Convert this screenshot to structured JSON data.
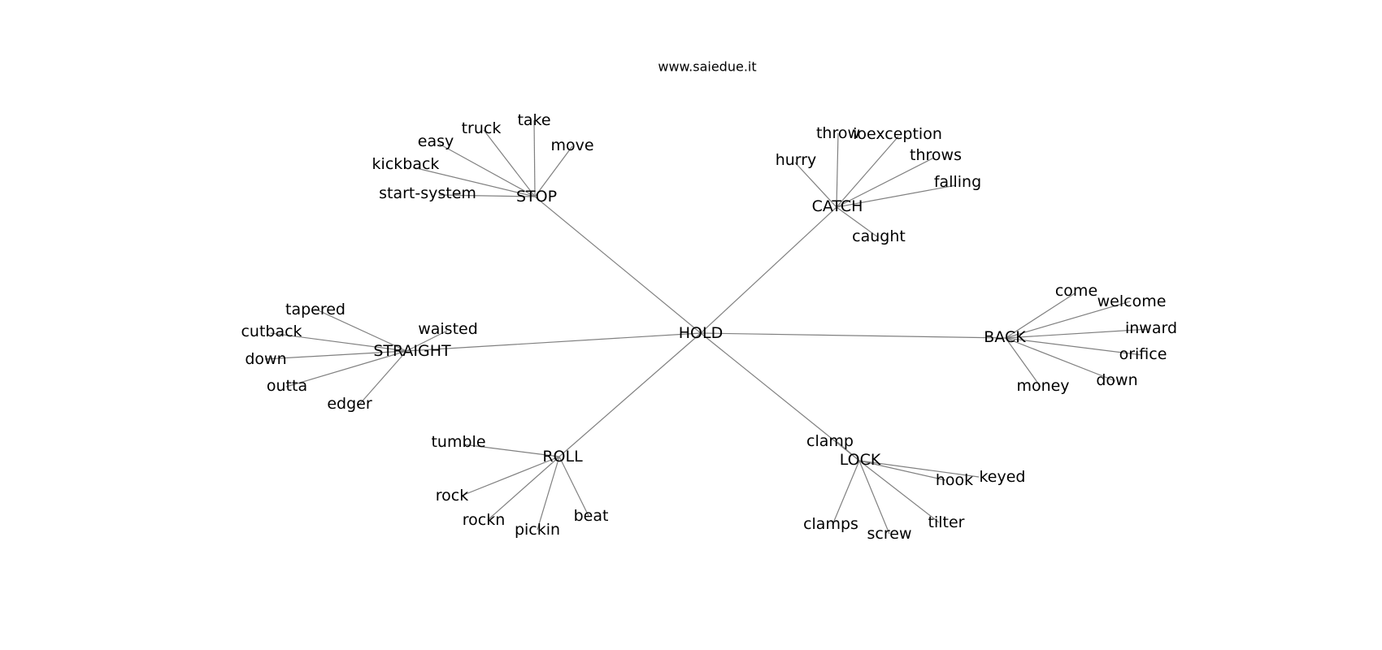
{
  "title": "www.saiedue.it",
  "center": "HOLD",
  "clusters": [
    {
      "hub": "STOP",
      "leaves": [
        "take",
        "truck",
        "move",
        "easy",
        "kickback",
        "start-system"
      ]
    },
    {
      "hub": "CATCH",
      "leaves": [
        "throw",
        "ioexception",
        "hurry",
        "throws",
        "falling",
        "caught"
      ]
    },
    {
      "hub": "STRAIGHT",
      "leaves": [
        "tapered",
        "waisted",
        "cutback",
        "down",
        "outta",
        "edger"
      ]
    },
    {
      "hub": "BACK",
      "leaves": [
        "come",
        "welcome",
        "inward",
        "orifice",
        "down",
        "money"
      ]
    },
    {
      "hub": "ROLL",
      "leaves": [
        "tumble",
        "rock",
        "rockn",
        "pickin",
        "beat"
      ]
    },
    {
      "hub": "LOCK",
      "leaves": [
        "clamp",
        "keyed",
        "hook",
        "clamps",
        "screw",
        "tilter"
      ]
    }
  ]
}
